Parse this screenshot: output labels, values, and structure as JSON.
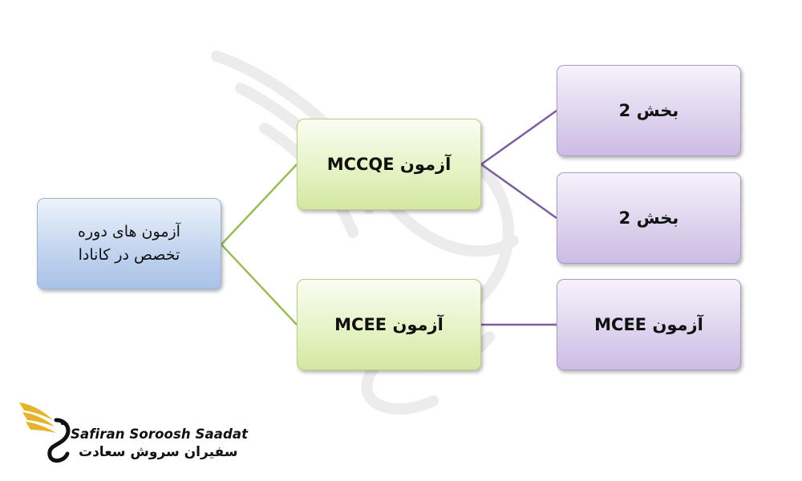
{
  "diagram": {
    "root": {
      "label": "آزمون های دوره\nتخصص در کانادا"
    },
    "branches": [
      {
        "label": "آزمون MCCQE",
        "children": [
          {
            "label": "بخش 2"
          },
          {
            "label": "بخش 2"
          }
        ]
      },
      {
        "label": "آزمون MCEE",
        "children": [
          {
            "label": "آزمون MCEE"
          }
        ]
      }
    ]
  },
  "colors": {
    "root_box": "#c4d5ef",
    "branch_box": "#e6f3c6",
    "leaf_box": "#dfd4ee",
    "green_connector": "#9bbb59",
    "purple_connector": "#7b5fa0",
    "logo_gold": "#e5b42a"
  },
  "logo": {
    "english": "Safiran Soroosh Saadat",
    "persian": "سفیران سروش سعادت",
    "icon": "swan-wing-logo-icon"
  }
}
